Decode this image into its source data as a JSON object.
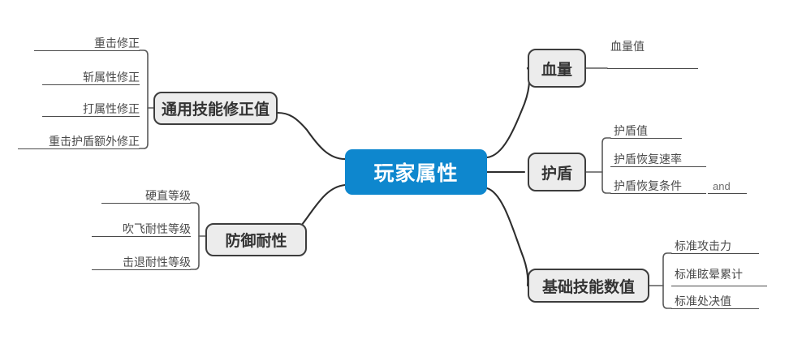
{
  "diagram": {
    "title": "玩家属性",
    "type": "mind-map",
    "colors": {
      "root_fill": "#0e87ce",
      "root_text": "#ffffff",
      "branch_fill": "#ececec",
      "branch_border": "#3d3d3d",
      "leaf_text": "#4a4a4a",
      "link": "#2e2e2e",
      "background": "#ffffff"
    }
  },
  "root": {
    "label": "玩家属性"
  },
  "branches": [
    {
      "id": "general-skill-modifier",
      "label": "通用技能修正值",
      "side": "left",
      "leaves": [
        {
          "label": "重击修正"
        },
        {
          "label": "斩属性修正"
        },
        {
          "label": "打属性修正"
        },
        {
          "label": "重击护盾额外修正"
        }
      ]
    },
    {
      "id": "defense-resistance",
      "label": "防御耐性",
      "side": "left",
      "leaves": [
        {
          "label": "硬直等级"
        },
        {
          "label": "吹飞耐性等级"
        },
        {
          "label": "击退耐性等级"
        }
      ]
    },
    {
      "id": "health",
      "label": "血量",
      "side": "right",
      "leaves": [
        {
          "label": "血量值"
        }
      ]
    },
    {
      "id": "shield",
      "label": "护盾",
      "side": "right",
      "leaves": [
        {
          "label": "护盾值"
        },
        {
          "label": "护盾恢复速率"
        },
        {
          "label": "护盾恢复条件",
          "aux": "and"
        }
      ]
    },
    {
      "id": "base-skill-values",
      "label": "基础技能数值",
      "side": "right",
      "leaves": [
        {
          "label": "标准攻击力"
        },
        {
          "label": "标准眩晕累计"
        },
        {
          "label": "标准处决值"
        }
      ]
    }
  ]
}
